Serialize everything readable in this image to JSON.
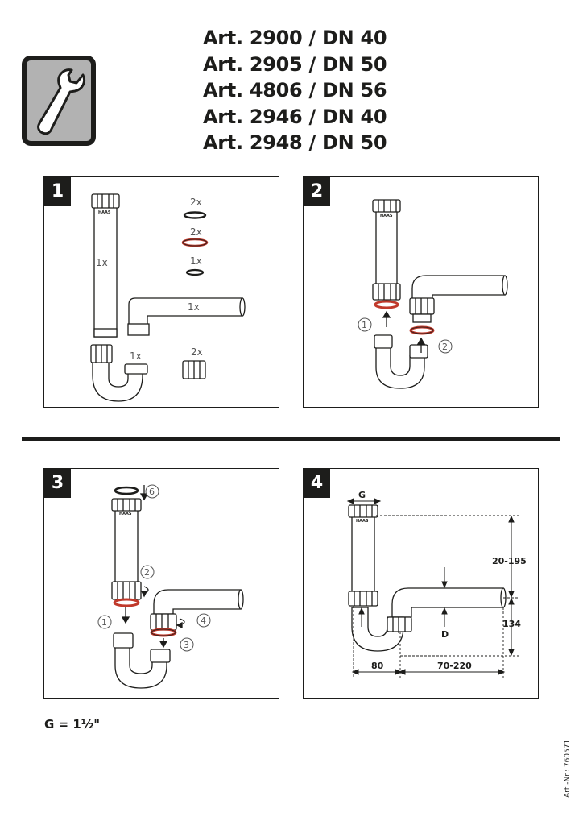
{
  "header": {
    "tool_icon": "wrench-icon",
    "titles": [
      "Art. 2900 / DN 40",
      "Art. 2905 / DN 50",
      "Art. 4806 / DN 56",
      "Art. 2946 / DN 40",
      "Art. 2948 / DN 50"
    ]
  },
  "steps": {
    "s1": {
      "number": "1",
      "brand": "HAAS",
      "tube_qty": "1x",
      "elbow_qty": "1x",
      "trap_qty": "1x",
      "ring_black_qty": "2x",
      "ring_red_qty": "2x",
      "ring_small_qty": "1x",
      "nut_qty": "2x"
    },
    "s2": {
      "number": "2",
      "brand": "HAAS",
      "callout_1": "1",
      "callout_2": "2"
    },
    "s3": {
      "number": "3",
      "brand": "HAAS",
      "callout_1": "1",
      "callout_2": "2",
      "callout_3": "3",
      "callout_4": "4",
      "callout_6": "6"
    },
    "s4": {
      "number": "4",
      "brand": "HAAS",
      "label_g": "G",
      "label_d": "D",
      "dim_height": "20-195",
      "dim_side": "134",
      "dim_80": "80",
      "dim_reach": "70-220"
    }
  },
  "footer": {
    "thread_note": "G = 1½\"",
    "article_number": "Art.-Nr.: 760571"
  },
  "colors": {
    "ink": "#1d1d1b",
    "gasket_red": "#c0392b",
    "icon_fill": "#b2b2b2"
  }
}
